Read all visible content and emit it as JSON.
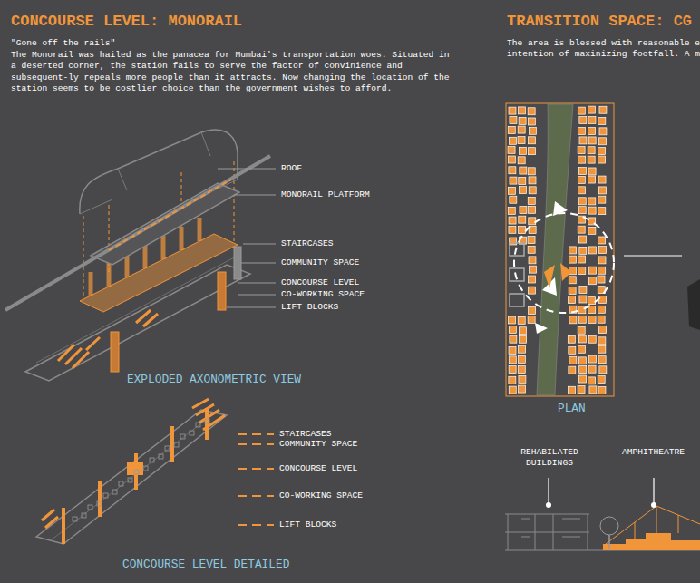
{
  "diagram": {
    "title": "CONCOURSE LEVEL: MONORAIL",
    "labels": [
      "\"Gone off the rails\"",
      "The Monorail was hailed as the panacea for Mumbai's transportation woes. Situated in a deserted corner, the station fails to serve the factor of convinience and subsequent-ly repeals more people than it attracts. Now changing the location of the station seems to be costlier choice than the government wishes to afford.",
      "ROOF",
      "MONORAIL PLATFORM",
      "STAIRCASES",
      "COMMUNITY SPACE",
      "CONCOURSE LEVEL",
      "CO-WORKING SPACE",
      "LIFT BLOCKS",
      "EXPLODED AXONOMETRIC VIEW",
      "STAIRCASES",
      "COMMUNITY SPACE",
      "CONCOURSE LEVEL",
      "CO-WORKING SPACE",
      "LIFT BLOCKS",
      "CONCOURSE LEVEL DETAILED",
      "TRANSITION SPACE: CG",
      "The area is blessed with reasonable e",
      "intention of maxinizing footfall. A m",
      "PLAN",
      "REHABILATED BUILDINGS",
      "AMPHITHEATRE"
    ]
  }
}
